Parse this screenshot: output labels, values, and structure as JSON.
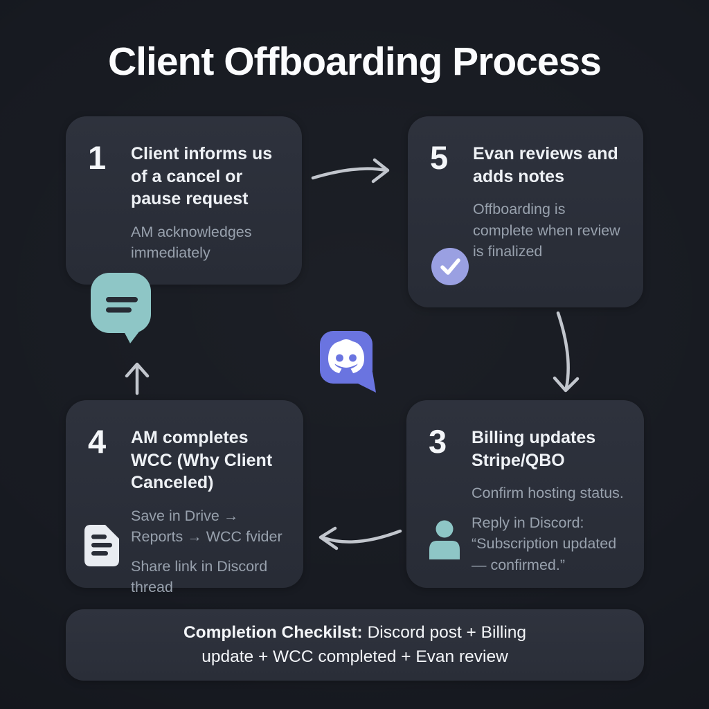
{
  "title": "Client Offboarding Process",
  "cards": {
    "step1": {
      "number": "1",
      "title": "Client informs us of a cancel or pause request",
      "note": "AM acknowledges immediately"
    },
    "step5": {
      "number": "5",
      "title": "Evan reviews and adds notes",
      "note": "Offboarding is complete when review is finalized"
    },
    "step4": {
      "number": "4",
      "title": "AM completes WCC (Why Client Canceled)",
      "note1": "Save in Drive → Reports → WCC fvider",
      "note2": "Share link in Discord thread"
    },
    "step3": {
      "number": "3",
      "title": "Billing updates Stripe/QBO",
      "note1": "Confirm hosting status.",
      "note2": "Reply in Discord: “Subscription updated — confirmed.”"
    }
  },
  "checklist": {
    "label": "Completion Checkilst:",
    "items": "Discord post + Billing update + WCC completed + Evan review"
  },
  "icons": {
    "center": "discord-icon",
    "step1": "chat-bubble-icon",
    "step5": "check-circle-icon",
    "step4": "document-icon",
    "step3": "person-icon"
  },
  "colors": {
    "background": "#171a21",
    "card": "#2b2f3a",
    "title_text": "#fbfcfe",
    "muted_text": "#98a1ad",
    "teal_accent": "#8ec6c6",
    "lavender_accent": "#9aa0e2",
    "discord_blue": "#6a74e0",
    "arrow_gray": "#c2c6cd"
  }
}
